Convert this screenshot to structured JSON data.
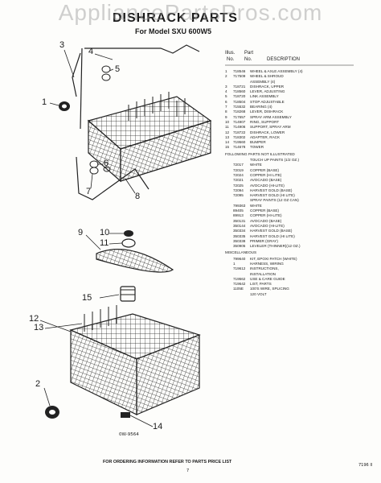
{
  "watermark": "AppliancePartsPros.com",
  "title": "DISHRACK PARTS",
  "subtitle": "For Model SXU 600W5",
  "table_header": {
    "illus": "Illus.",
    "no": "No.",
    "part": "Part",
    "part_no": "No.",
    "description": "DESCRIPTION"
  },
  "parts": [
    {
      "illus": "1",
      "part": "718546",
      "desc": "WHEEL & AXLE ASSEMBLY (4)"
    },
    {
      "illus": "2",
      "part": "717509",
      "desc": "WHEEL & SHROUD"
    },
    {
      "illus": "",
      "part": "",
      "desc": "ASSEMBLY (4)"
    },
    {
      "illus": "3",
      "part": "718721",
      "desc": "DISHRACK, UPPER"
    },
    {
      "illus": "4",
      "part": "718560",
      "desc": "LEVER, ADJUSTING"
    },
    {
      "illus": "5",
      "part": "718720",
      "desc": "LINK ASSEMBLY"
    },
    {
      "illus": "6",
      "part": "718504",
      "desc": "STOP ADJUSTABLE"
    },
    {
      "illus": "7",
      "part": "715532",
      "desc": "BEARING (4)"
    },
    {
      "illus": "8",
      "part": "718268",
      "desc": "LEVER, DISHRACK"
    },
    {
      "illus": "9",
      "part": "717657",
      "desc": "SPRAY ARM ASSEMBLY"
    },
    {
      "illus": "10",
      "part": "714907",
      "desc": "RING, SUPPORT"
    },
    {
      "illus": "11",
      "part": "714906",
      "desc": "SUPPORT, SPRAY ARM"
    },
    {
      "illus": "12",
      "part": "718722",
      "desc": "DISHRACK, LOWER"
    },
    {
      "illus": "13",
      "part": "718302",
      "desc": "ADAPTER, RACK"
    },
    {
      "illus": "14",
      "part": "719560",
      "desc": "BUMPER"
    },
    {
      "illus": "15",
      "part": "714678",
      "desc": "TOWER"
    }
  ],
  "not_illustrated_heading": "FOLLOWING PARTS NOT ILLUSTRATED",
  "not_illustrated": [
    {
      "part": "",
      "desc": "TOUCH UP PAINTS (1/2 OZ.)"
    },
    {
      "part": "72017",
      "desc": "WHITE"
    },
    {
      "part": "72019",
      "desc": "COPPER (BASE)"
    },
    {
      "part": "72024",
      "desc": "COPPER (HI LITE)"
    },
    {
      "part": "72021",
      "desc": "AVOCADO (BASE)"
    },
    {
      "part": "72025",
      "desc": "AVOCADO (HI-LITE)"
    },
    {
      "part": "72094",
      "desc": "HARVEST GOLD (BASE)"
    },
    {
      "part": "72095",
      "desc": "HARVEST GOLD (HI LITE)"
    },
    {
      "part": "",
      "desc": "SPRAY PAINTS (12 OZ CAN)"
    },
    {
      "part": "799363",
      "desc": "WHITE"
    },
    {
      "part": "89405",
      "desc": "COPPER (BASE)"
    },
    {
      "part": "89913",
      "desc": "COPPER (HI-LITE)"
    },
    {
      "part": "350131",
      "desc": "AVOCADO (BASE)"
    },
    {
      "part": "350144",
      "desc": "AVOCADO (HI-LITE)"
    },
    {
      "part": "350334",
      "desc": "HARVEST GOLD (BASE)"
    },
    {
      "part": "350335",
      "desc": "HARVEST GOLD (HI LITE)"
    },
    {
      "part": "350338",
      "desc": "PRIMER (GRAY)"
    },
    {
      "part": "350905",
      "desc": "LEVELER (THINNER)(12 OZ.)"
    }
  ],
  "misc_heading": "MISCELLANEOUS",
  "misc": [
    {
      "part": "799640",
      "desc": "KIT, EPOXI PATCH (WHITE)"
    },
    {
      "part": "1",
      "desc": "HARNESS, WIRING"
    },
    {
      "part": "719612",
      "desc": "INSTRUCTIONS,"
    },
    {
      "part": "",
      "desc": "INSTALLATION"
    },
    {
      "part": "719562",
      "desc": "USE & CARE GUIDE"
    },
    {
      "part": "",
      "desc": ""
    },
    {
      "part": "719642",
      "desc": "LIST, PARTS"
    },
    {
      "part": "1105E",
      "desc": "100'S WIRE, SPLICING"
    },
    {
      "part": "",
      "desc": "120 VOLT"
    }
  ],
  "drawing_code": "0W-9564",
  "footnote": "FOR ORDERING INFORMATION REFER TO PARTS PRICE LIST",
  "page_number": "7",
  "doc_code": "7196 II",
  "callouts": [
    "1",
    "2",
    "3",
    "4",
    "5",
    "6",
    "7",
    "8",
    "9",
    "10",
    "11",
    "12",
    "13",
    "14",
    "15"
  ]
}
